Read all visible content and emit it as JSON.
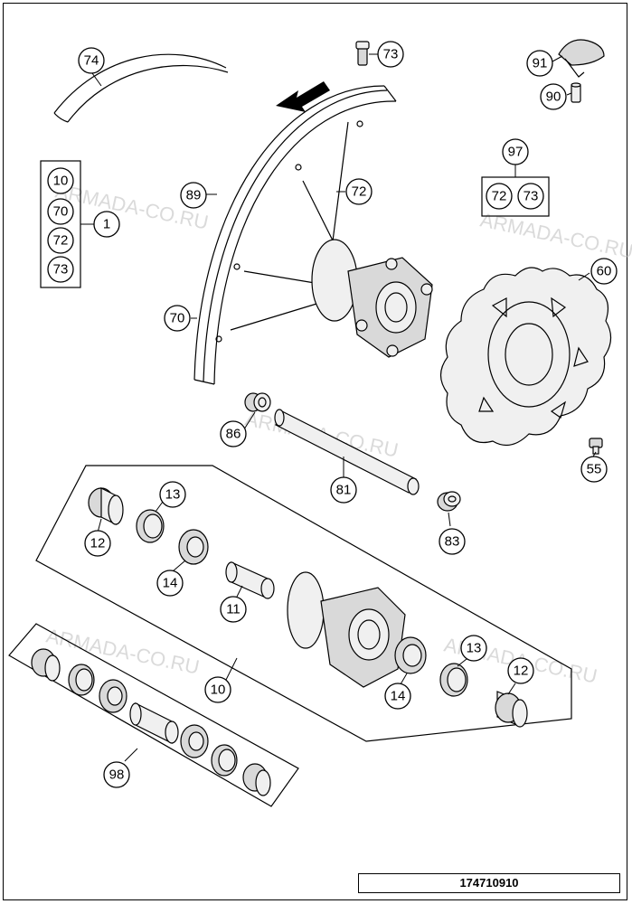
{
  "document_number": "174710910",
  "watermark": "ARMADA-CO.RU",
  "callouts": {
    "p74": "74",
    "p73_top": "73",
    "p91": "91",
    "p90": "90",
    "p97": "97",
    "p97_72": "72",
    "p97_73": "73",
    "p10_set": "10",
    "p70_set": "70",
    "p72_set": "72",
    "p73_set": "73",
    "p1": "1",
    "p89": "89",
    "p72_spoke": "72",
    "p70_rim": "70",
    "p60": "60",
    "p86": "86",
    "p81": "81",
    "p83": "83",
    "p55": "55",
    "p13_a": "13",
    "p12_a": "12",
    "p14_a": "14",
    "p11": "11",
    "p10_hub": "10",
    "p13_b": "13",
    "p12_b": "12",
    "p14_b": "14",
    "p98": "98"
  }
}
